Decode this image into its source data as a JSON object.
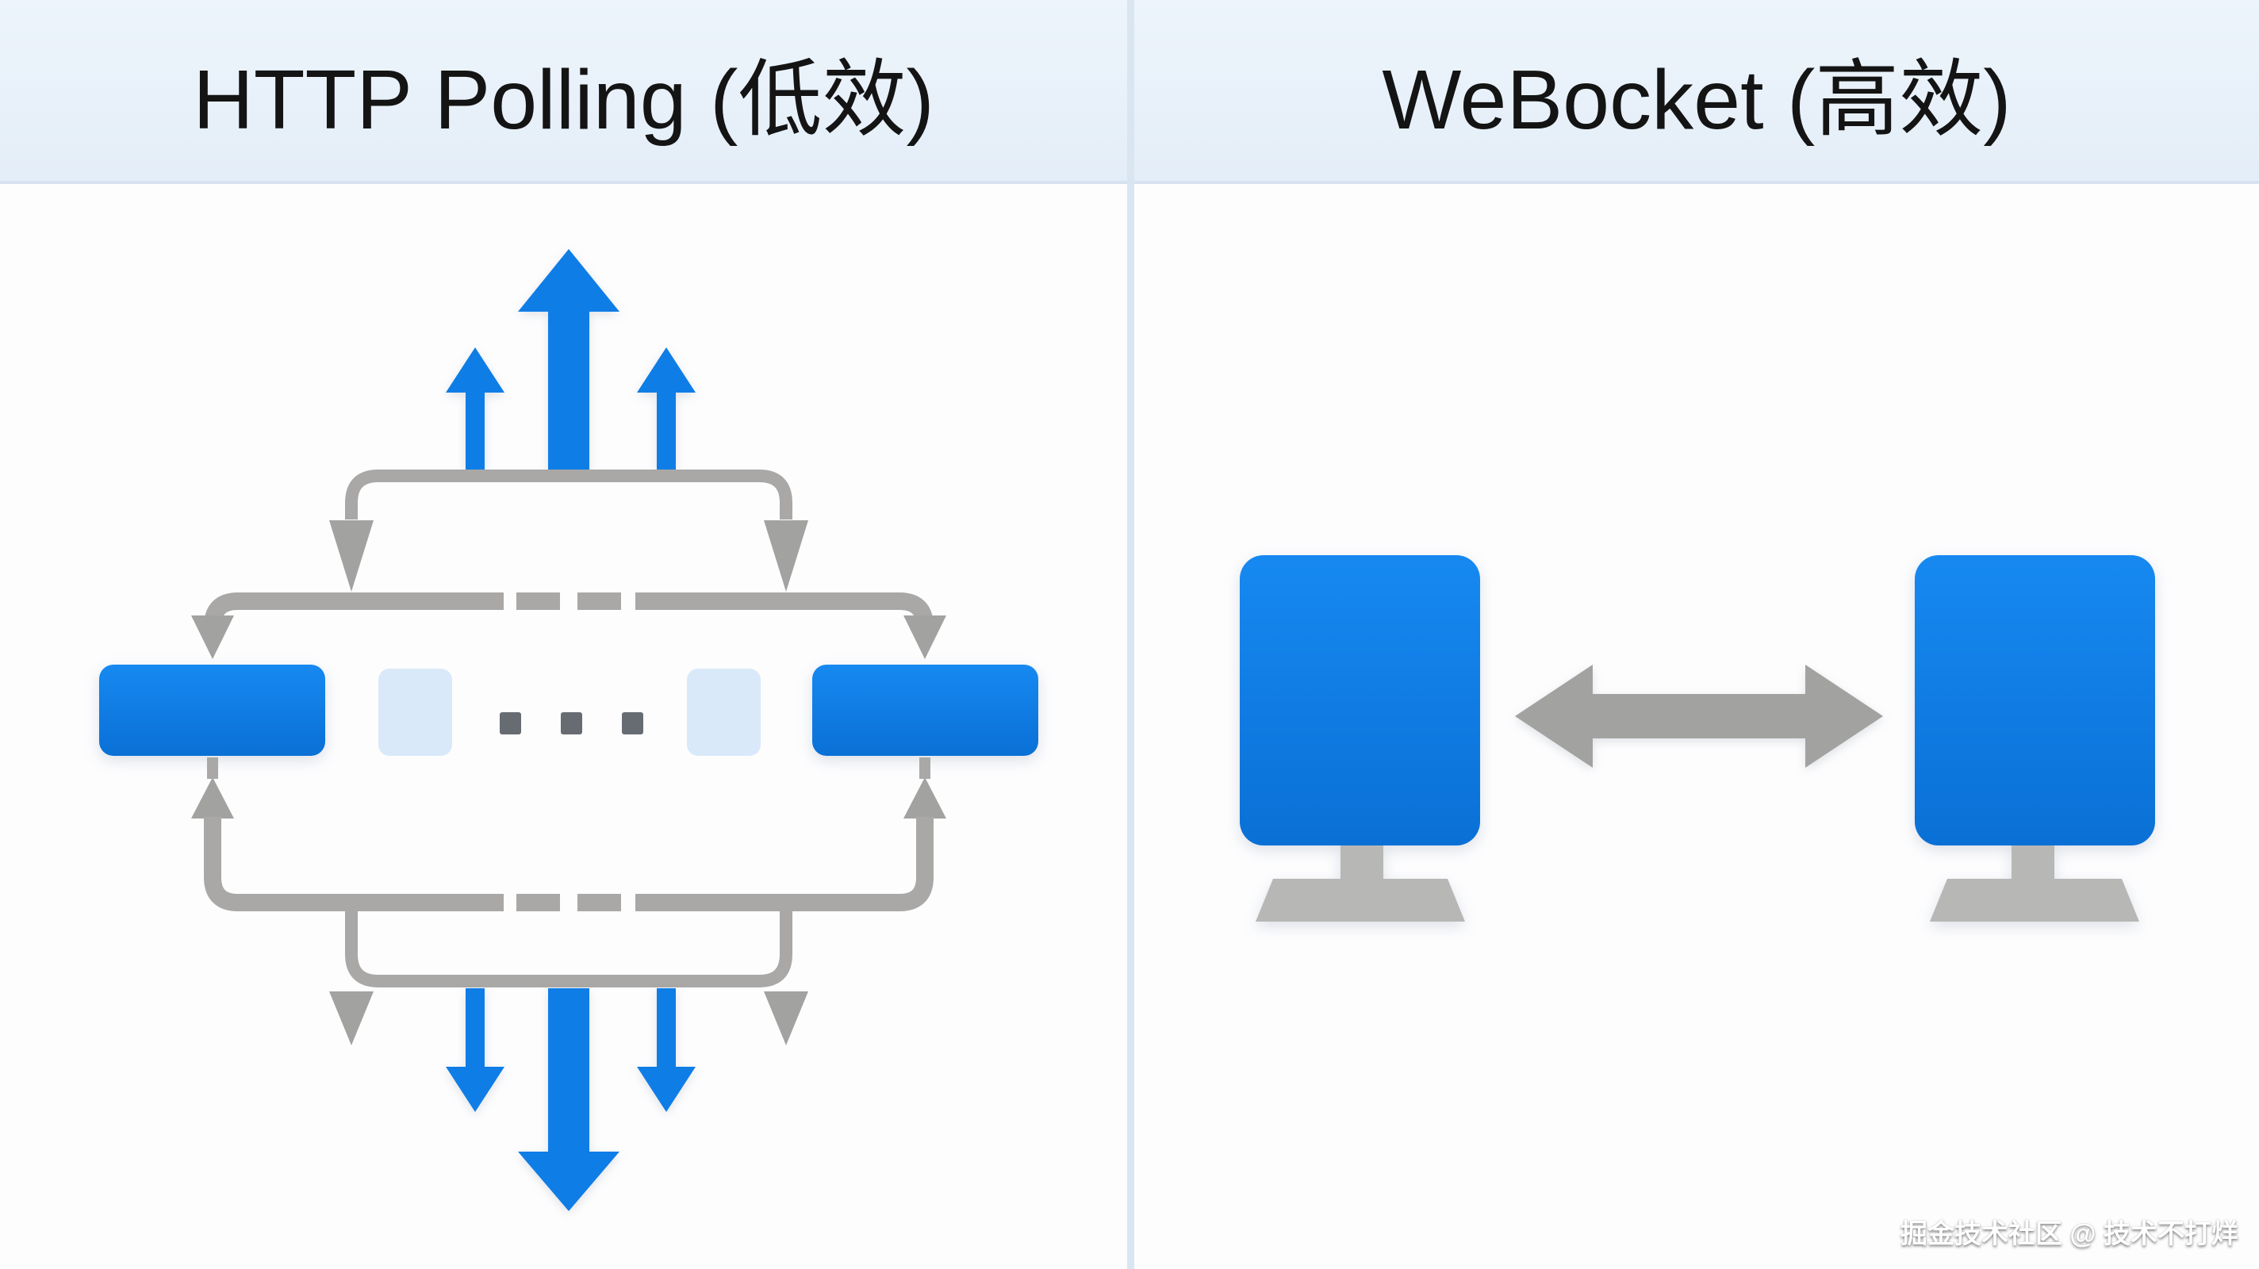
{
  "panels": [
    {
      "id": "http-polling",
      "title": "HTTP Polling (低效)"
    },
    {
      "id": "websocket",
      "title": "WeBocket (高效)"
    }
  ],
  "watermark": {
    "text": "掘金技术社区 @ 技术不打烊"
  },
  "colors": {
    "blue": "#0f7de6",
    "blue-top": "#1689f1",
    "blue-bottom": "#0a70d6",
    "light-blue": "#d9e9f9",
    "line-gray": "#a9a8a6",
    "arrow-gray": "#a2a2a0",
    "dot-gray": "#676c72",
    "monitor-gray": "#b7b7b5",
    "header-top": "#edf4fb",
    "header-bottom": "#e4eef8",
    "header-border": "#d6e2ef",
    "panel-divider": "#d9e6f2",
    "content-bg": "#fdfdfe",
    "title": "#141414"
  }
}
